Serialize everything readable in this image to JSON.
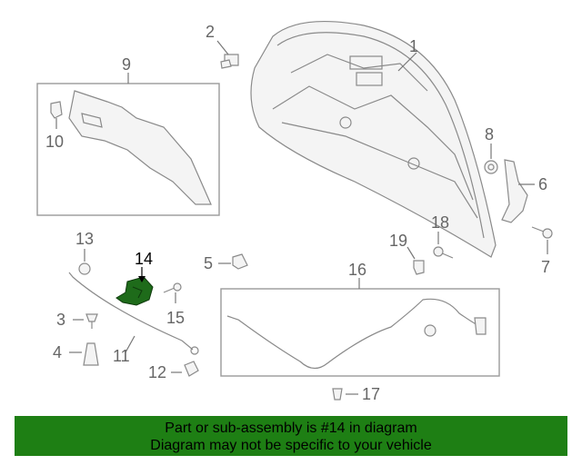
{
  "callouts": [
    {
      "id": "1",
      "label": "1"
    },
    {
      "id": "2",
      "label": "2"
    },
    {
      "id": "3",
      "label": "3"
    },
    {
      "id": "4",
      "label": "4"
    },
    {
      "id": "5",
      "label": "5"
    },
    {
      "id": "6",
      "label": "6"
    },
    {
      "id": "7",
      "label": "7"
    },
    {
      "id": "8",
      "label": "8"
    },
    {
      "id": "9",
      "label": "9"
    },
    {
      "id": "10",
      "label": "10"
    },
    {
      "id": "11",
      "label": "11"
    },
    {
      "id": "12",
      "label": "12"
    },
    {
      "id": "13",
      "label": "13"
    },
    {
      "id": "14",
      "label": "14"
    },
    {
      "id": "15",
      "label": "15"
    },
    {
      "id": "16",
      "label": "16"
    },
    {
      "id": "17",
      "label": "17"
    },
    {
      "id": "18",
      "label": "18"
    },
    {
      "id": "19",
      "label": "19"
    }
  ],
  "highlighted_part": "14",
  "highlight_color": "#1e6b1a",
  "banner": {
    "line1": "Part or sub-assembly is #14 in diagram",
    "line2": "Diagram may not be specific to your vehicle",
    "color": "#1e7f14"
  }
}
